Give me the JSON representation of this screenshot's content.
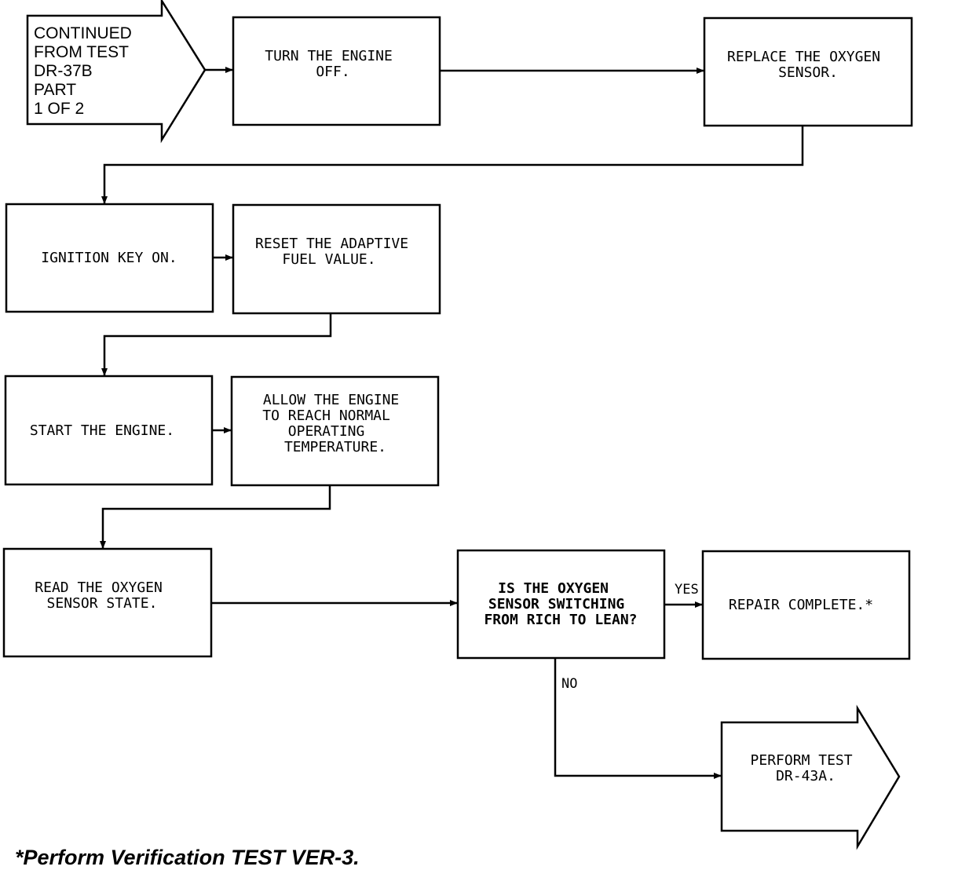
{
  "entry": {
    "lines": [
      "CONTINUED",
      "FROM TEST",
      "DR-37B",
      "PART",
      "1 OF 2"
    ]
  },
  "steps": {
    "turn_off": [
      "TURN THE ENGINE",
      "OFF."
    ],
    "replace_sensor": [
      "REPLACE THE OXYGEN",
      "SENSOR."
    ],
    "ignition": [
      "IGNITION KEY ON."
    ],
    "reset_fuel": [
      "RESET THE ADAPTIVE",
      "FUEL VALUE."
    ],
    "start_engine": [
      "START THE ENGINE."
    ],
    "warm_up": [
      "ALLOW THE ENGINE",
      "TO REACH NORMAL",
      "OPERATING",
      "TEMPERATURE."
    ],
    "read_sensor": [
      "READ THE OXYGEN",
      "SENSOR STATE."
    ],
    "decision": [
      "IS THE OXYGEN",
      "SENSOR SWITCHING",
      "FROM RICH TO LEAN?"
    ],
    "complete": [
      "REPAIR COMPLETE.*"
    ]
  },
  "exit": {
    "lines": [
      "PERFORM TEST",
      "DR-43A."
    ]
  },
  "branch_labels": {
    "yes": "YES",
    "no": "NO"
  },
  "footnote": "*Perform Verification TEST VER-3."
}
